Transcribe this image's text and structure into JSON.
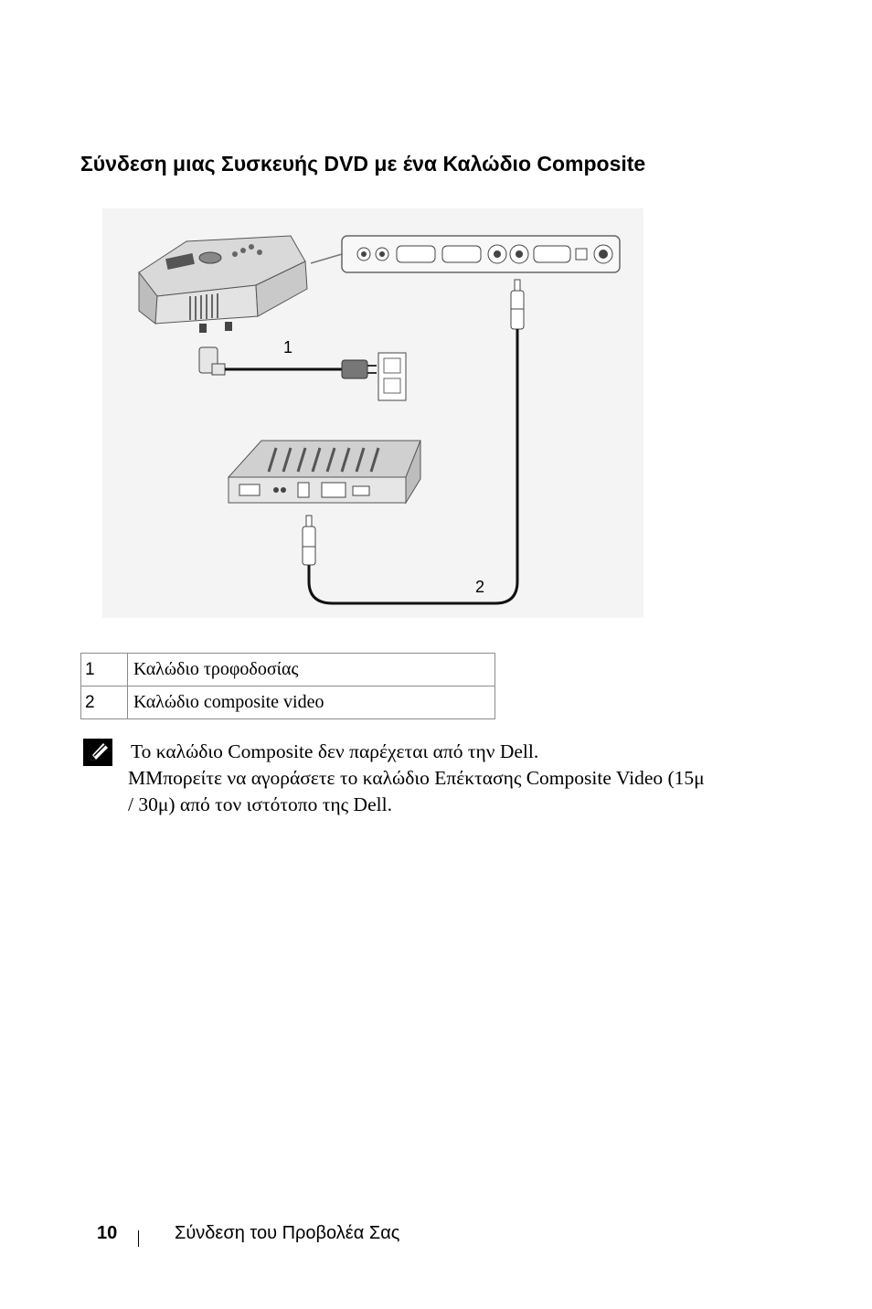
{
  "heading": "Σύνδεση μιας Συσκευής DVD με ένα Καλώδιο Composite",
  "figure": {
    "callout_1": "1",
    "callout_2": "2"
  },
  "legend": [
    {
      "num": "1",
      "desc": "Καλώδιο τροφοδοσίας"
    },
    {
      "num": "2",
      "desc": "Καλώδιο composite video"
    }
  ],
  "note": {
    "icon": "note-pencil-icon",
    "line1": "Το καλώδιο Composite δεν παρέχεται από την Dell.",
    "line2": "ΜΜπορείτε να αγοράσετε το καλώδιο Επέκτασης Composite Video (15μ",
    "line3": "/ 30μ) από τον ιστότοπο της Dell."
  },
  "footer": {
    "page_number": "10",
    "section_title": "Σύνδεση του Προβολέα Σας"
  }
}
